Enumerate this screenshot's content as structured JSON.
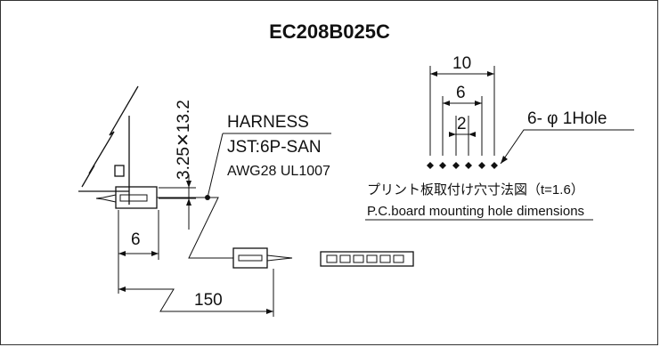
{
  "title": "EC208B025C",
  "dimensions": {
    "pitch_label": "3.25✕13.2",
    "width_6_left": "6",
    "length_150": "150",
    "hole_10": "10",
    "hole_6": "6",
    "hole_2": "2"
  },
  "harness": {
    "line1": "HARNESS",
    "line2": "JST:6P-SAN",
    "line3": "AWG28 UL1007"
  },
  "holes": {
    "label": "6- φ 1Hole",
    "jp_caption": "プリント板取付け穴寸法図（t=1.6）",
    "en_caption": "P.C.board mounting hole dimensions"
  }
}
